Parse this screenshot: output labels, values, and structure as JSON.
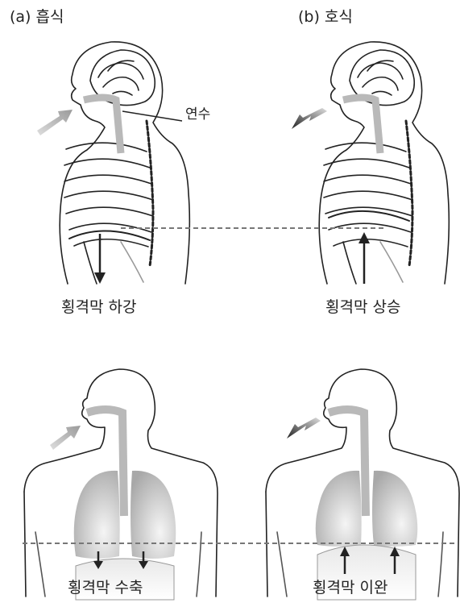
{
  "panels": {
    "a_title": "(a) 흡식",
    "b_title": "(b) 호식"
  },
  "labels": {
    "medulla": "연수",
    "diaphragm_down": "횡격막 하강",
    "diaphragm_up": "횡격막 상승",
    "diaphragm_contract": "횡격막 수축",
    "diaphragm_relax": "횡격막 이완"
  },
  "colors": {
    "line": "#222222",
    "airway": "#b9b9b9",
    "lung": "#cfcfcf",
    "dashed": "#777777"
  }
}
